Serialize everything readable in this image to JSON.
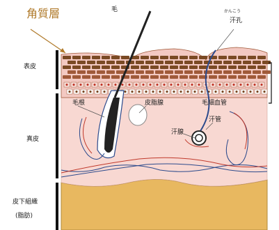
{
  "labels": {
    "stratum_corneum": "角質層",
    "hair": "毛",
    "pore_ruby": "かんこう",
    "sweat_pore": "汗孔",
    "epidermis": "表皮",
    "hair_root": "毛根",
    "sebaceous_gland": "皮脂腺",
    "arrector_pili": "毛細血管",
    "sweat_duct": "汗管",
    "sweat_gland": "汗腺",
    "dermis": "真皮",
    "subcutaneous": "皮下組織",
    "fat": "(脂肪)"
  },
  "colors": {
    "corneum": "#7a4a24",
    "granular": "#a05a3a",
    "spinous": "#f3c9c2",
    "basal": "#e8a9a4",
    "dermis": "#f8d8d2",
    "fat": "#e8b860",
    "vessel_red": "#c0392b",
    "vessel_blue": "#2c4a8c",
    "label_accent": "#b07a2a"
  }
}
